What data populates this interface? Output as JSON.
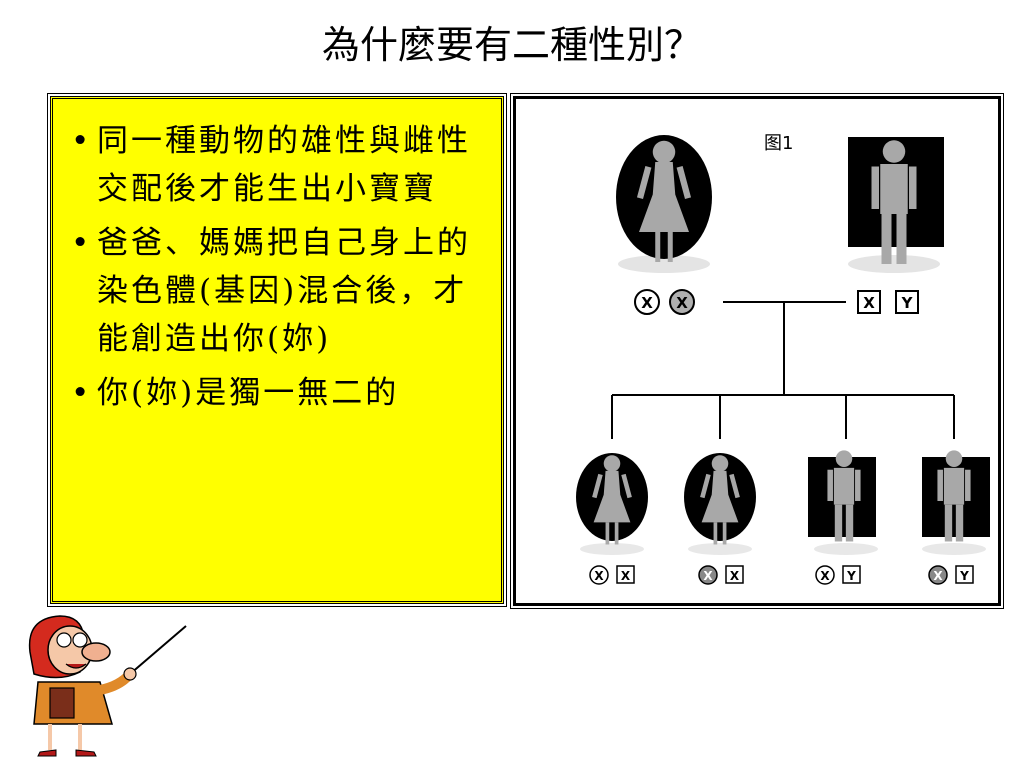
{
  "slide": {
    "title": "為什麼要有二種性別？",
    "bullets": [
      "同一種動物的雄性與雌性交配後才能生出小寶寶",
      "爸爸、媽媽把自己身上的染色體(基因)混合後，才能創造出你(妳)",
      "你(妳)是獨一無二的"
    ]
  },
  "figure": {
    "label": "图1",
    "parents": {
      "mother": {
        "chromosomes": [
          "X",
          "X"
        ]
      },
      "father": {
        "chromosomes": [
          "X",
          "Y"
        ]
      }
    },
    "children": [
      {
        "sex": "female",
        "chromosomes": [
          "X",
          "X"
        ]
      },
      {
        "sex": "female",
        "chromosomes": [
          "X",
          "X"
        ]
      },
      {
        "sex": "male",
        "chromosomes": [
          "X",
          "Y"
        ]
      },
      {
        "sex": "male",
        "chromosomes": [
          "X",
          "Y"
        ]
      }
    ]
  },
  "colors": {
    "highlight": "#ffff00",
    "silhouette": "#a8a8a8",
    "shape": "#000000"
  },
  "icons": {
    "teacher": "teacher-pointer-clipart-icon"
  }
}
